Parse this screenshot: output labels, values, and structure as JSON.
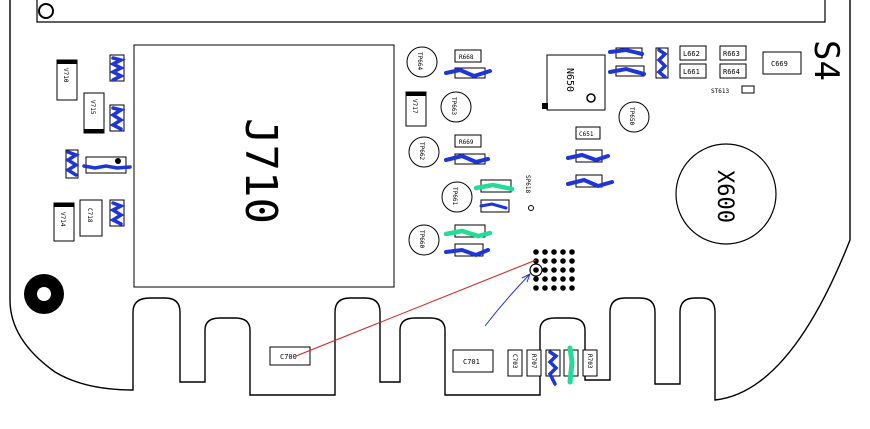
{
  "board": {
    "title": "S4",
    "chip_label": "J710",
    "crystal_label": "X600",
    "ic_label": "N650"
  },
  "components": {
    "v710": "V710",
    "v715": "V715",
    "v714": "V714",
    "c718": "C718",
    "v717": "V717",
    "tp664": "TP664",
    "tp663": "TP663",
    "tp662": "TP662",
    "tp661": "TP661",
    "tp660": "TP660",
    "tp650": "TP650",
    "r668": "R668",
    "r669": "R669",
    "sp618": "SP618",
    "c651": "C651",
    "l662": "L662",
    "l661": "L661",
    "r663": "R663",
    "r664": "R664",
    "c669": "C669",
    "st613": "ST613",
    "c700": "C700",
    "c701": "C701",
    "c703": "C703",
    "r707": "R707",
    "r703": "R703"
  },
  "colors": {
    "marker_blue": "#1f35d8",
    "marker_green": "#23dd96",
    "trace_red": "#d42020",
    "outline": "#000000"
  }
}
